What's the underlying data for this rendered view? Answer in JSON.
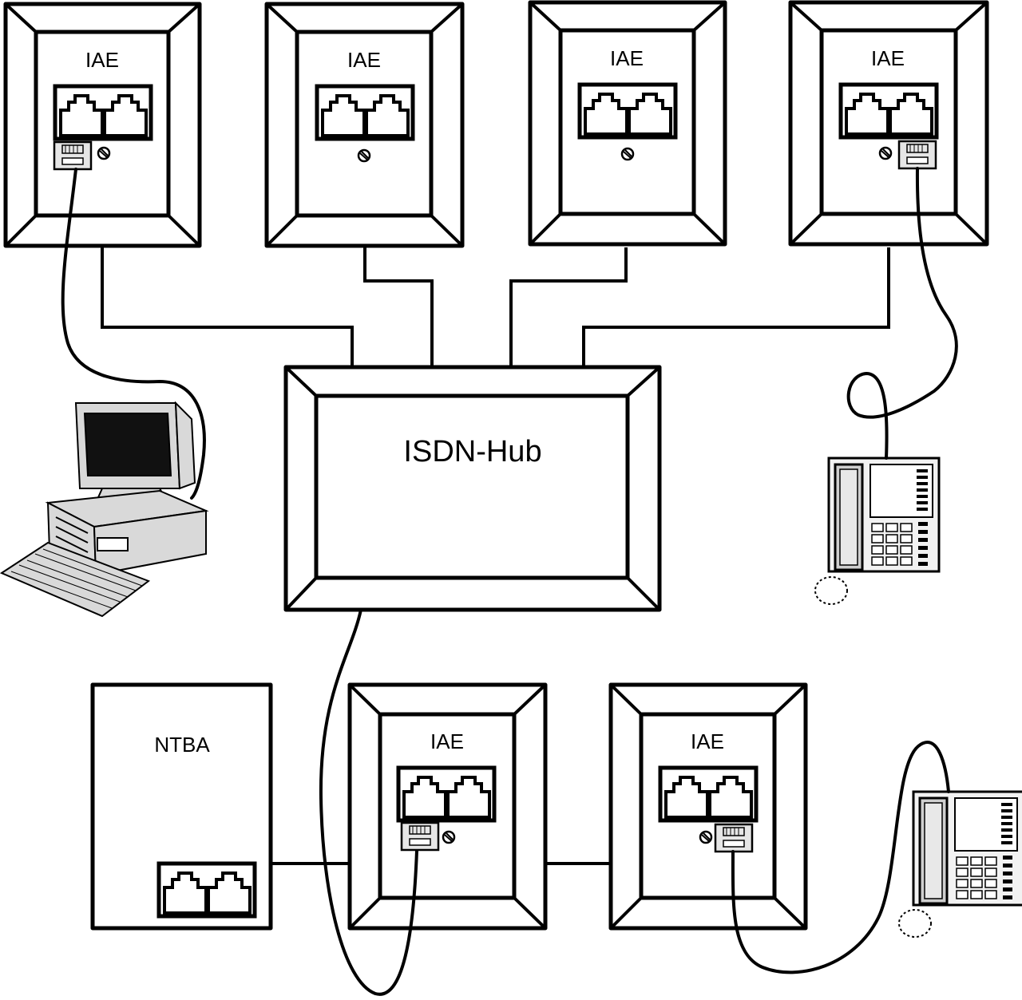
{
  "diagram": {
    "hub_label": "ISDN-Hub",
    "ntba_label": "NTBA",
    "outlets": [
      {
        "label": "IAE"
      },
      {
        "label": "IAE"
      },
      {
        "label": "IAE"
      },
      {
        "label": "IAE"
      },
      {
        "label": "IAE"
      },
      {
        "label": "IAE"
      }
    ],
    "icons": {
      "outlet": "rj45-double-socket-icon",
      "plug": "rj45-plug-icon",
      "screw": "screw-icon",
      "computer": "desktop-computer-icon",
      "phone": "isdn-telephone-icon"
    },
    "colors": {
      "line": "#000000",
      "background": "#ffffff"
    }
  }
}
